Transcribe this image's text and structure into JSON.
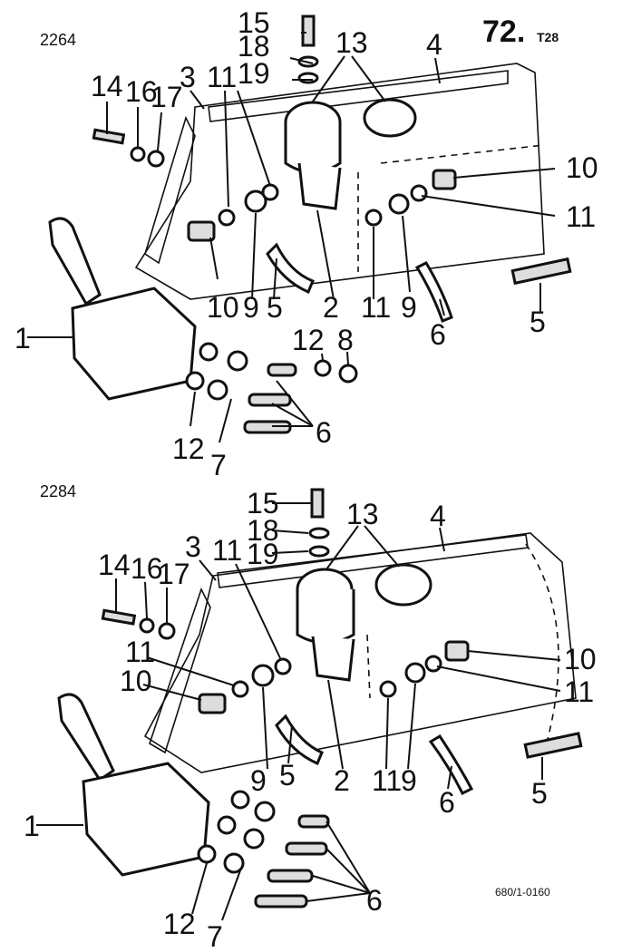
{
  "page": {
    "number": "72.",
    "suffix": "T28",
    "reference": "680/1-0160"
  },
  "diagrams": [
    {
      "model": "2264",
      "callouts": [
        "15",
        "18",
        "19",
        "13",
        "4",
        "14",
        "16",
        "17",
        "3",
        "11",
        "10",
        "11",
        "10",
        "9",
        "5",
        "2",
        "11",
        "9",
        "1",
        "12",
        "8",
        "6",
        "5",
        "12",
        "7",
        "6"
      ]
    },
    {
      "model": "2284",
      "callouts": [
        "15",
        "18",
        "19",
        "13",
        "4",
        "14",
        "16",
        "17",
        "3",
        "11",
        "11",
        "10",
        "10",
        "11",
        "9",
        "5",
        "2",
        "11",
        "9",
        "6",
        "5",
        "1",
        "12",
        "7",
        "6"
      ]
    }
  ]
}
